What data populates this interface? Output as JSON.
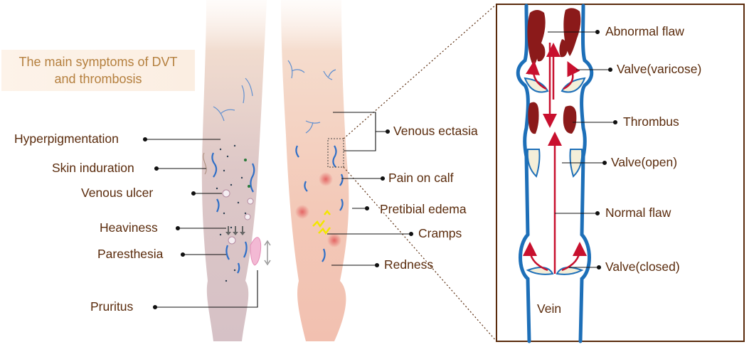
{
  "title": {
    "line1": "The main symptoms of DVT",
    "line2": "and thrombosis"
  },
  "left_labels": {
    "hyperpigmentation": "Hyperpigmentation",
    "skin_induration": "Skin induration",
    "venous_ulcer": "Venous ulcer",
    "heaviness": "Heaviness",
    "paresthesia": "Paresthesia",
    "pruritus": "Pruritus"
  },
  "middle_labels": {
    "venous_ectasia": "Venous ectasia",
    "pain_on_calf": "Pain on calf",
    "pretibial_edema": "Pretibial edema",
    "cramps": "Cramps",
    "redness": "Redness"
  },
  "vein_labels": {
    "abnormal_flaw": "Abnormal flaw",
    "valve_varicose": "Valve(varicose)",
    "thrombus": "Thrombus",
    "valve_open": "Valve(open)",
    "normal_flaw": "Normal flaw",
    "valve_closed": "Valve(closed)",
    "vein": "Vein"
  },
  "colors": {
    "label_text": "#5a2b0c",
    "title_text": "#b5803f",
    "vein_wall": "#1d6fb8",
    "blood_flow": "#c8102e",
    "thrombus": "#8b1a1a",
    "skin": "#f2d8c8"
  }
}
